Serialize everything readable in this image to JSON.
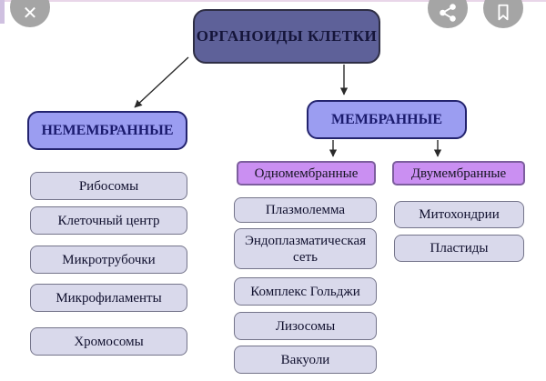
{
  "viewer": {
    "close_glyph": "✕",
    "icons": {
      "close": "circle-close-icon",
      "share": "share-nodes-icon",
      "bookmark": "bookmark-outline-icon"
    },
    "chrome_color": "#a5a5a5"
  },
  "diagram": {
    "title": "ОРГАНОИДЫ КЛЕТКИ",
    "non_membrane": {
      "label": "НЕМЕМБРАННЫЕ",
      "items": [
        "Рибосомы",
        "Клеточный центр",
        "Микротрубочки",
        "Микрофиламенты",
        "Хромосомы"
      ]
    },
    "membrane": {
      "label": "МЕМБРАННЫЕ",
      "single": {
        "label": "Одномембранные",
        "items": [
          "Плазмолемма",
          "Эндоплазматическая сеть",
          "Комплекс Гольджи",
          "Лизосомы",
          "Вакуоли"
        ]
      },
      "double": {
        "label": "Двумембранные",
        "items": [
          "Митохондрии",
          "Пластиды"
        ]
      }
    },
    "colors": {
      "title_fill": "#5e6199",
      "branch_fill": "#9b9df1",
      "subgroup_fill": "#ca8ff2",
      "leaf_fill": "#d9d9eb",
      "connector": "#2a2a2a"
    }
  }
}
